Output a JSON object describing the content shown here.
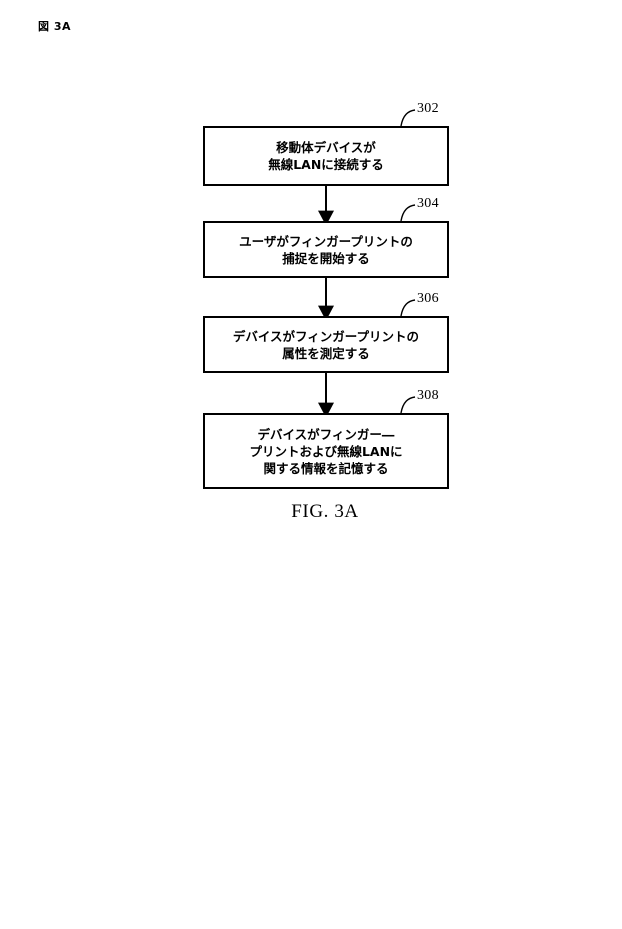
{
  "page": {
    "header_label": "図 3A",
    "caption": "FIG. 3A",
    "background_color": "#ffffff",
    "line_color": "#000000"
  },
  "flowchart": {
    "type": "flowchart",
    "orientation": "vertical",
    "nodes": [
      {
        "ref": "302",
        "text": "移動体デバイスが\n無線LANに接続する"
      },
      {
        "ref": "304",
        "text": "ユーザがフィンガープリントの\n捕捉を開始する"
      },
      {
        "ref": "306",
        "text": "デバイスがフィンガープリントの\n属性を測定する"
      },
      {
        "ref": "308",
        "text": "デバイスがフィンガー―\nプリントおよび無線LANに\n関する情報を記憶する"
      }
    ],
    "connectors": [
      {
        "from": "302",
        "to": "304",
        "arrow": "down"
      },
      {
        "from": "304",
        "to": "306",
        "arrow": "down"
      },
      {
        "from": "306",
        "to": "308",
        "arrow": "down"
      }
    ]
  }
}
